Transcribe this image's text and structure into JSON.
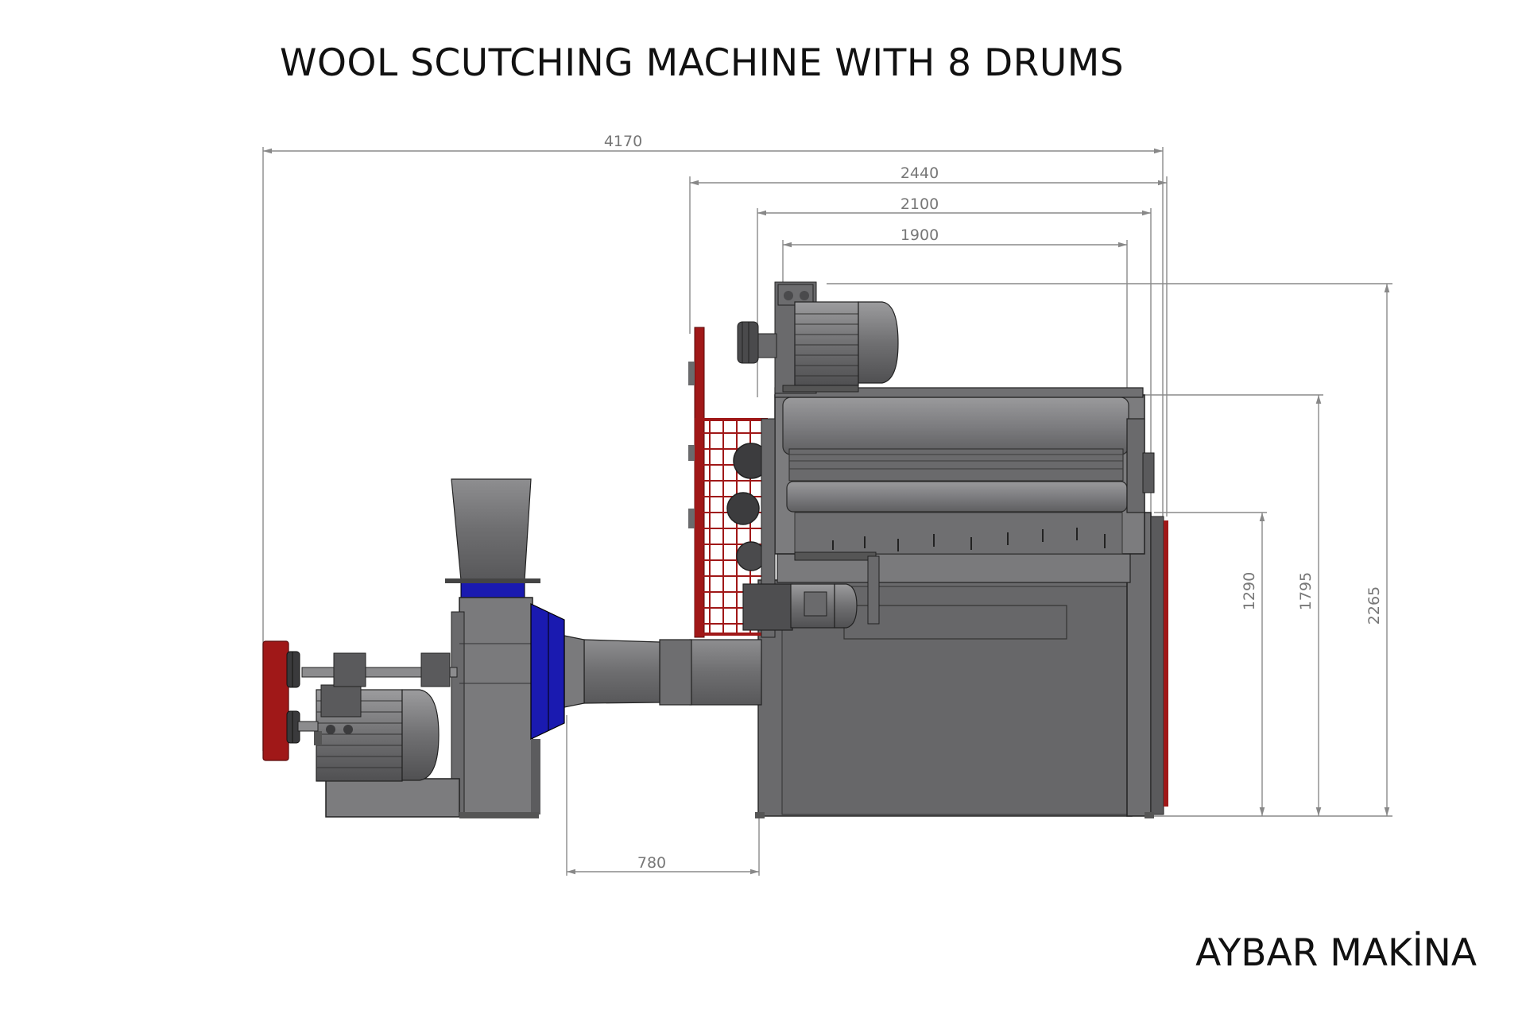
{
  "title": "WOOL SCUTCHING MACHINE WITH 8 DRUMS",
  "brand": "AYBAR MAKİNA",
  "dimensions": {
    "overall_length": "4170",
    "frame_length": "2440",
    "body_length": "2100",
    "drum_length": "1900",
    "duct_offset": "780",
    "height_base": "1290",
    "height_drum": "1795",
    "height_total": "2265"
  },
  "colors": {
    "steel": "#7a7a7c",
    "steel_dark": "#5c5c5e",
    "guard_red": "#a01818",
    "fan_blue": "#1a1ab0",
    "dim_line": "#8a8a8a"
  }
}
